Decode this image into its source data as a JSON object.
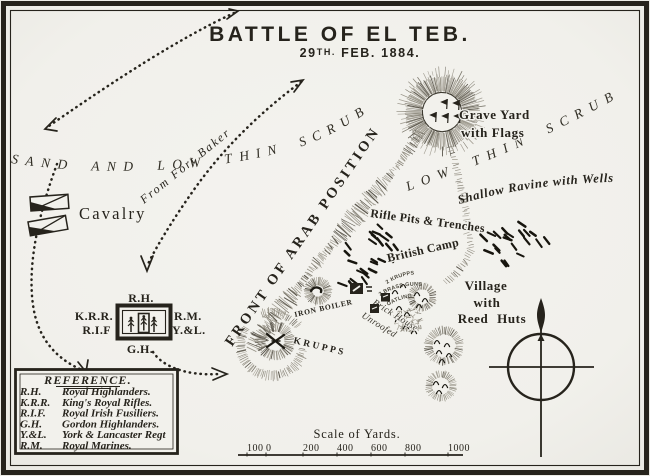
{
  "title": {
    "main": "BATTLE OF EL TEB.",
    "date_prefix": "29",
    "date_sup": "TH.",
    "date_rest": "FEB. 1884."
  },
  "terrain": {
    "sand_scrub": "SAND AND LOW THIN SCRUB",
    "low_thin_scrub": "LOW THIN SCRUB",
    "front_of_arab_position": "FRONT OF ARAB POSITION",
    "from_fort_baker": "From Fort Baker",
    "shallow_ravine": "Shallow Ravine with Wells"
  },
  "features": {
    "grave_yard_line1": "Grave Yard",
    "grave_yard_line2": "with Flags",
    "rifle_pits": "Rifle Pits & Trenches",
    "british_camp": "British Camp",
    "village_line1": "Village",
    "village_line2": "with",
    "village_line3": "Reed Huts",
    "iron_boiler": "IRON BOILER",
    "krupps": "KRUPPS",
    "brick_house_line1": "Brick House",
    "brick_house_line2": "Unroofed",
    "captured_line1": "2 KRUPPS",
    "captured_line2": "2 BRASS GUNS",
    "captured_line3": "GATLING",
    "cavalry": "Cavalry"
  },
  "square": {
    "top": "R.H.",
    "left1": "K.R.R.",
    "left2": "R.I.F",
    "right1": "R.M.",
    "right2": "Y.&L.",
    "bottom": "G.H."
  },
  "reference": {
    "title": "REFERENCE.",
    "entries": [
      {
        "abbr": "R.H.",
        "name": "Royal Highlanders."
      },
      {
        "abbr": "K.R.R.",
        "name": "King's Royal Rifles."
      },
      {
        "abbr": "R.I.F.",
        "name": "Royal Irish Fusiliers."
      },
      {
        "abbr": "G.H.",
        "name": "Gordon Highlanders."
      },
      {
        "abbr": "Y.&L.",
        "name": "York & Lancaster Regt"
      },
      {
        "abbr": "R.M.",
        "name": "Royal Marines."
      }
    ]
  },
  "scale": {
    "title": "Scale of Yards.",
    "ticks": [
      "100",
      "0",
      "200",
      "400",
      "600",
      "800",
      "1000"
    ]
  },
  "colors": {
    "ink": "#26231c",
    "paper": "#f2f1ec",
    "hachure": "#918d80"
  }
}
